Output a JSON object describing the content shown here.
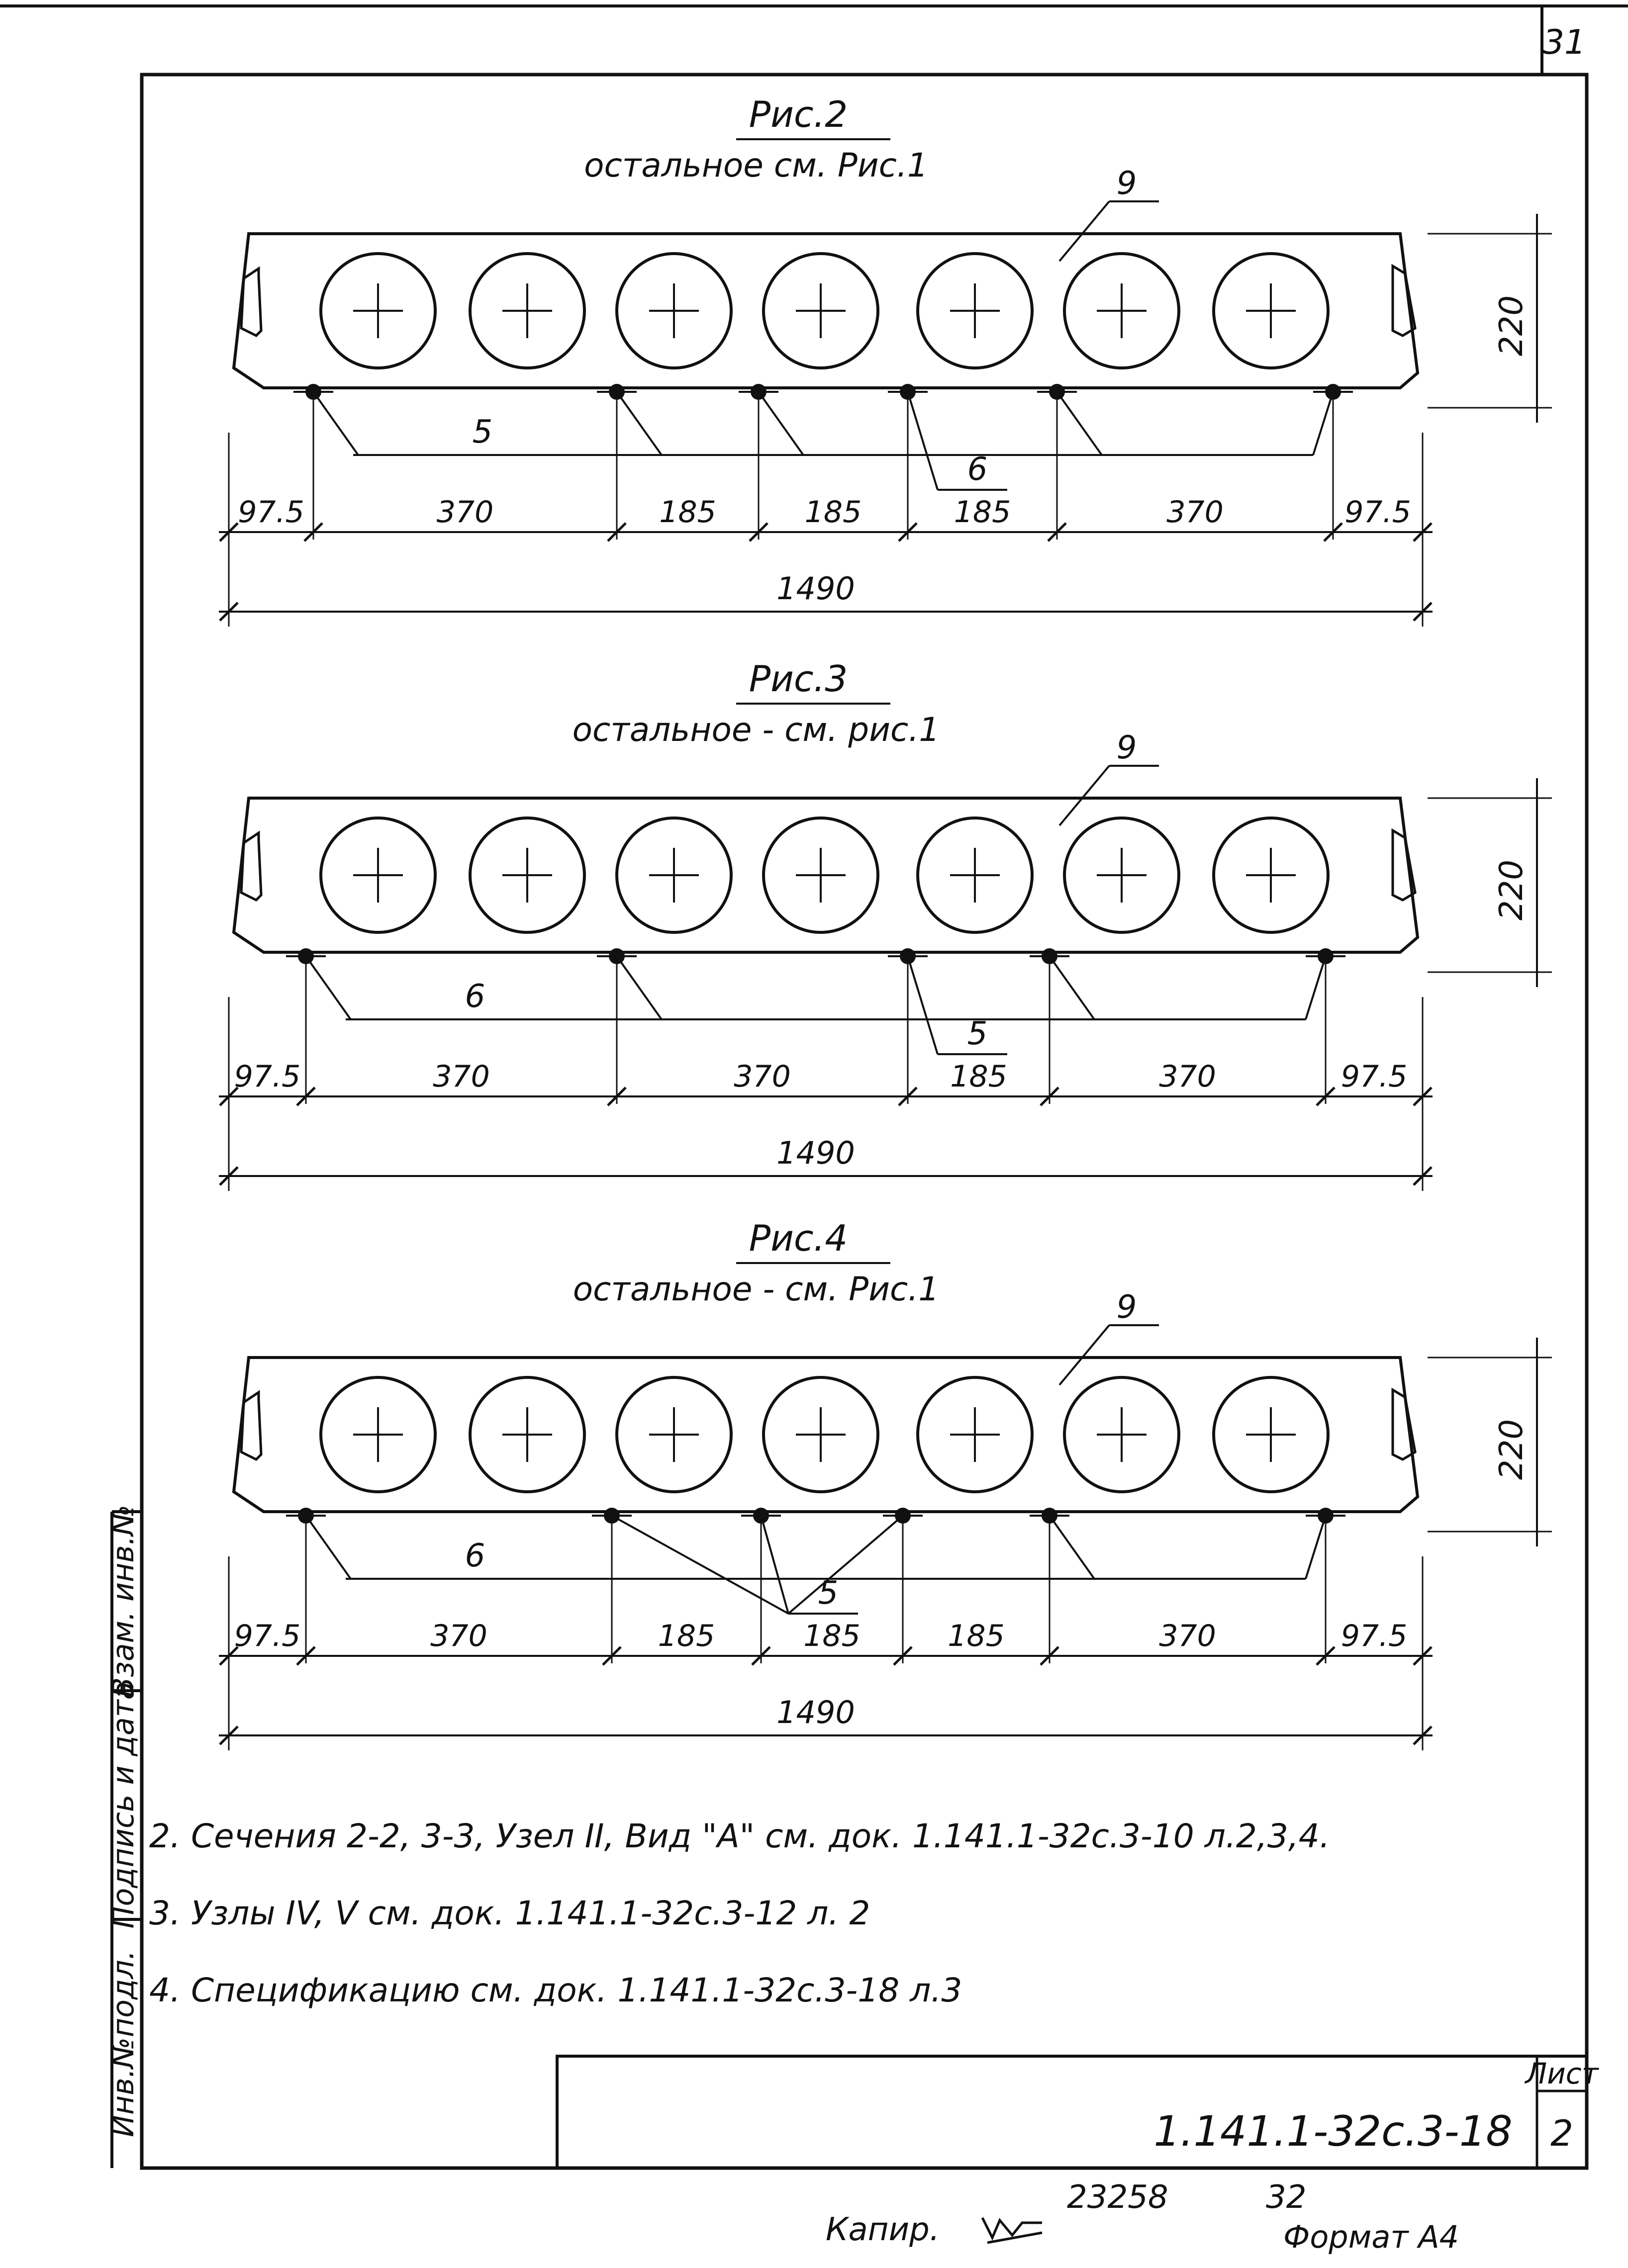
{
  "sheet": {
    "corner_number": "31",
    "sheet_label": "Лист",
    "sheet_number": "2",
    "doc_code": "1.141.1-32с.3-18",
    "copied_label": "Капир.",
    "stamp_number": "23258",
    "stamp_page": "32",
    "format_label": "Формат А4"
  },
  "side_stamp": {
    "col1": "Взам. инв.№",
    "col2": "Подпись и дата",
    "col3": "Инв.№подл."
  },
  "figures": [
    {
      "title": "Рис.2",
      "subtitle": "остальное см. Рис.1",
      "callouts": {
        "slab": "9",
        "a": "5",
        "b": "6"
      },
      "height_dim": "220",
      "segments": [
        "97.5",
        "370",
        "185",
        "185",
        "185",
        "370",
        "97.5"
      ],
      "total": "1490"
    },
    {
      "title": "Рис.3",
      "subtitle": "остальное - см. рис.1",
      "callouts": {
        "slab": "9",
        "a": "6",
        "b": "5"
      },
      "height_dim": "220",
      "segments": [
        "97.5",
        "370",
        "370",
        "185",
        "370",
        "97.5"
      ],
      "total": "1490"
    },
    {
      "title": "Рис.4",
      "subtitle": "остальное - см. Рис.1",
      "callouts": {
        "slab": "9",
        "a": "6",
        "b": "5"
      },
      "height_dim": "220",
      "segments": [
        "97.5",
        "370",
        "185",
        "185",
        "185",
        "370",
        "97.5"
      ],
      "total": "1490"
    }
  ],
  "notes": [
    "2. Сечения 2-2, 3-3, Узел II, Вид \"А\" см. док. 1.141.1-32с.3-10 л.2,3,4.",
    "3. Узлы IV, V см. док. 1.141.1-32с.3-12 л. 2",
    "4. Спецификацию см. док. 1.141.1-32с.3-18 л.3"
  ]
}
